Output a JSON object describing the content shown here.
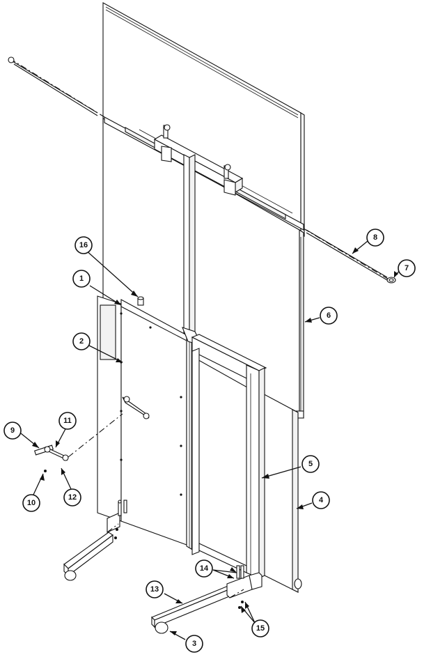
{
  "colors": {
    "line": "#111111",
    "background": "#ffffff",
    "fill_light": "#f2f2f2"
  },
  "callouts": [
    {
      "label": "1"
    },
    {
      "label": "2"
    },
    {
      "label": "3"
    },
    {
      "label": "4"
    },
    {
      "label": "5"
    },
    {
      "label": "6"
    },
    {
      "label": "7"
    },
    {
      "label": "8"
    },
    {
      "label": "9"
    },
    {
      "label": "10"
    },
    {
      "label": "11"
    },
    {
      "label": "12"
    },
    {
      "label": "13"
    },
    {
      "label": "14"
    },
    {
      "label": "15"
    },
    {
      "label": "16"
    }
  ]
}
